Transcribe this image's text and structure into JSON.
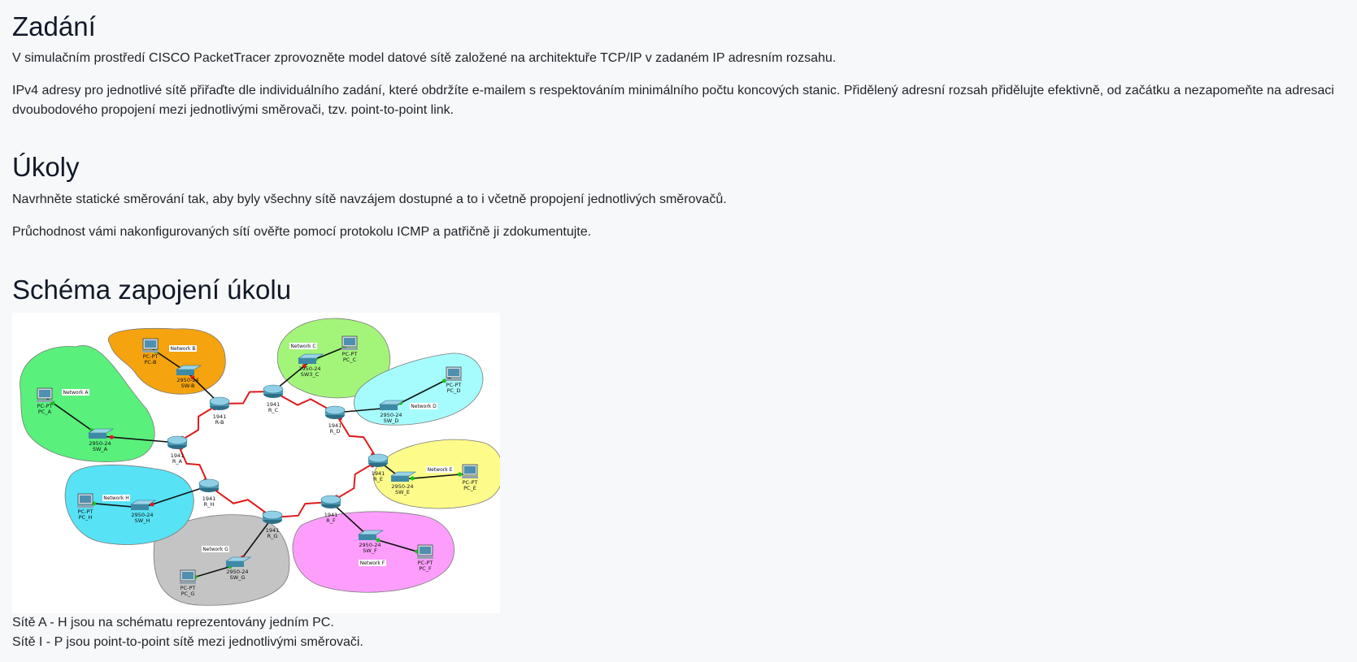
{
  "zadani": {
    "heading": "Zadání",
    "p1": "V simulačním prostředí CISCO PacketTracer zprovozněte model datové sítě založené na architektuře TCP/IP v zadaném IP adresním rozsahu.",
    "p2": "IPv4 adresy pro jednotlivé sítě přiřaďte dle individuálního zadání, které obdržíte e-mailem s respektováním minimálního počtu koncových stanic. Přidělený adresní rozsah přidělujte efektivně, od začátku a nezapomeňte na adresaci dvoubodového propojení mezi jednotlivými směrovači, tzv. point-to-point link."
  },
  "ukoly": {
    "heading": "Úkoly",
    "p1": "Navrhněte statické směrování tak, aby byly všechny sítě navzájem dostupné a to i včetně propojení jednotlivých směrovačů.",
    "p2": "Průchodnost vámi nakonfigurovaných sítí ověřte pomocí protokolu ICMP a patřičně ji zdokumentujte."
  },
  "schema": {
    "heading": "Schéma zapojení úkolu",
    "note1": "Sítě A - H jsou na schématu reprezentovány jedním PC.",
    "note2": "Sítě I - P jsou point-to-point sítě mezi jednotlivými směrovači."
  },
  "diagram": {
    "routers": [
      {
        "model": "1941",
        "name": "R_A"
      },
      {
        "model": "1941",
        "name": "R-B"
      },
      {
        "model": "1941",
        "name": "R_C"
      },
      {
        "model": "1941",
        "name": "R_D"
      },
      {
        "model": "1941",
        "name": "R_E"
      },
      {
        "model": "1941",
        "name": "R_F"
      },
      {
        "model": "1941",
        "name": "R_G"
      },
      {
        "model": "1941",
        "name": "R_H"
      }
    ],
    "networks": [
      {
        "label": "Network A",
        "switch_model": "2950-24",
        "switch": "SW_A",
        "pc_model": "PC-PT",
        "pc": "PC_A",
        "color": "#59f07c"
      },
      {
        "label": "Network B",
        "switch_model": "2950-24",
        "switch": "SW-B",
        "pc_model": "PC-PT",
        "pc": "PC-B",
        "color": "#f5a30e"
      },
      {
        "label": "Network C",
        "switch_model": "2950-24",
        "switch": "SW3_C",
        "pc_model": "PC-PT",
        "pc": "PC_C",
        "color": "#a3f57a"
      },
      {
        "label": "Network D",
        "switch_model": "2950-24",
        "switch": "SW_D",
        "pc_model": "PC-PT",
        "pc": "PC_D",
        "color": "#a6fbfd"
      },
      {
        "label": "Network E",
        "switch_model": "2950-24",
        "switch": "SW_E",
        "pc_model": "PC-PT",
        "pc": "PC_E",
        "color": "#fdfc8a"
      },
      {
        "label": "Network F",
        "switch_model": "2950-24",
        "switch": "SW_F",
        "pc_model": "PC-PT",
        "pc": "PC_F",
        "color": "#fd9efd"
      },
      {
        "label": "Network G",
        "switch_model": "2950-24",
        "switch": "SW_G",
        "pc_model": "PC-PT",
        "pc": "PC_G",
        "color": "#c4c4c4"
      },
      {
        "label": "Network H",
        "switch_model": "2950-24",
        "switch": "SW_H",
        "pc_model": "PC-PT",
        "pc": "PC_H",
        "color": "#57e2f5"
      }
    ]
  }
}
